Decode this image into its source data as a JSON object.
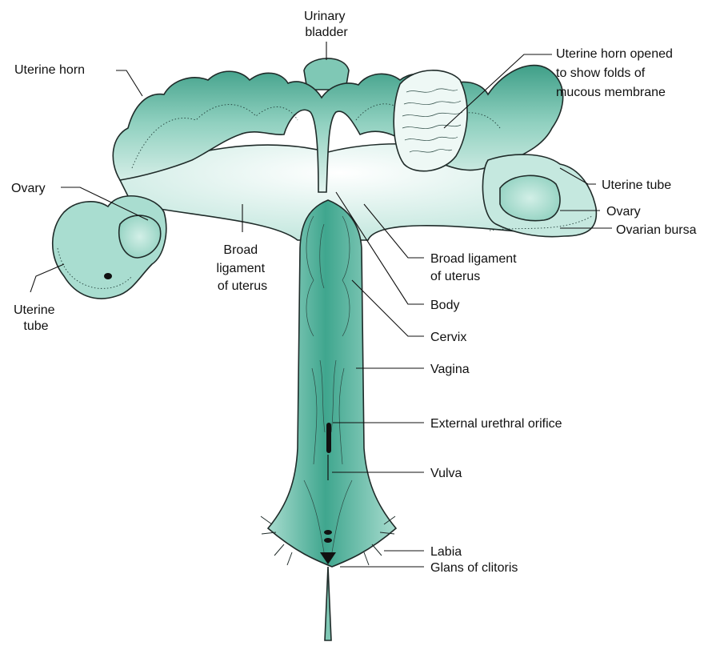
{
  "labels": {
    "urinary_bladder": [
      "Urinary",
      "bladder"
    ],
    "uterine_horn_left": "Uterine horn",
    "uterine_horn_opened": [
      "Uterine horn opened",
      "to show folds of",
      "mucous membrane"
    ],
    "ovary_left": "Ovary",
    "uterine_tube_left": [
      "Uterine",
      "tube"
    ],
    "broad_ligament_left": [
      "Broad",
      "ligament",
      "of uterus"
    ],
    "broad_ligament_right": [
      "Broad ligament",
      "of uterus"
    ],
    "uterine_tube_right": "Uterine tube",
    "ovary_right": "Ovary",
    "ovarian_bursa": "Ovarian bursa",
    "body": "Body",
    "cervix": "Cervix",
    "vagina": "Vagina",
    "external_urethral_orifice": "External urethral orifice",
    "vulva": "Vulva",
    "labia": "Labia",
    "glans_of_clitoris": "Glans of clitoris"
  },
  "colors": {
    "tissue_light": "#dff1ec",
    "tissue_mid": "#9fd6c8",
    "tissue_dark": "#4fae98",
    "bladder": "#7fc8b5",
    "outline": "#1f2b29"
  }
}
